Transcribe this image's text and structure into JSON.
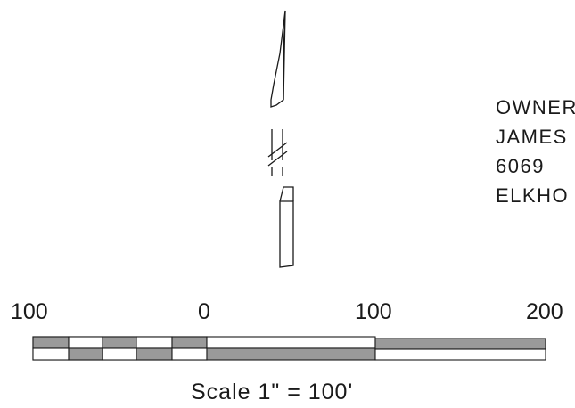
{
  "owner_block": {
    "lines": [
      "OWNER",
      "JAMES",
      "6069",
      "ELKHO"
    ]
  },
  "scale_bar": {
    "tick_labels": [
      "100",
      "0",
      "100",
      "200"
    ],
    "caption": "Scale 1\" = 100'"
  },
  "north_arrow": {
    "icon": "north-arrow-icon"
  },
  "colors": {
    "ink": "#1a1a1a",
    "background": "#ffffff",
    "hatch": "#8a8a8a"
  }
}
